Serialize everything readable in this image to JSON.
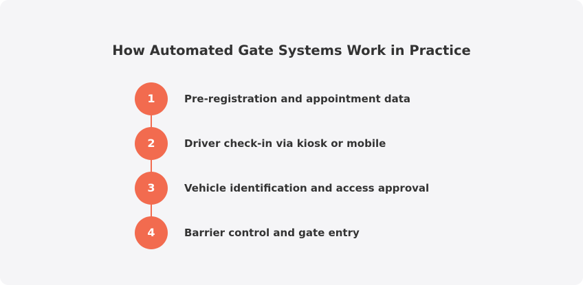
{
  "title": "How Automated Gate Systems Work in Practice",
  "colors": {
    "accent": "#f26b4f",
    "background": "#f5f5f7",
    "text": "#333333"
  },
  "steps": [
    {
      "number": "1",
      "label": "Pre-registration and appointment data"
    },
    {
      "number": "2",
      "label": "Driver check-in via kiosk or mobile"
    },
    {
      "number": "3",
      "label": "Vehicle identification and access approval"
    },
    {
      "number": "4",
      "label": "Barrier control and gate entry"
    }
  ]
}
